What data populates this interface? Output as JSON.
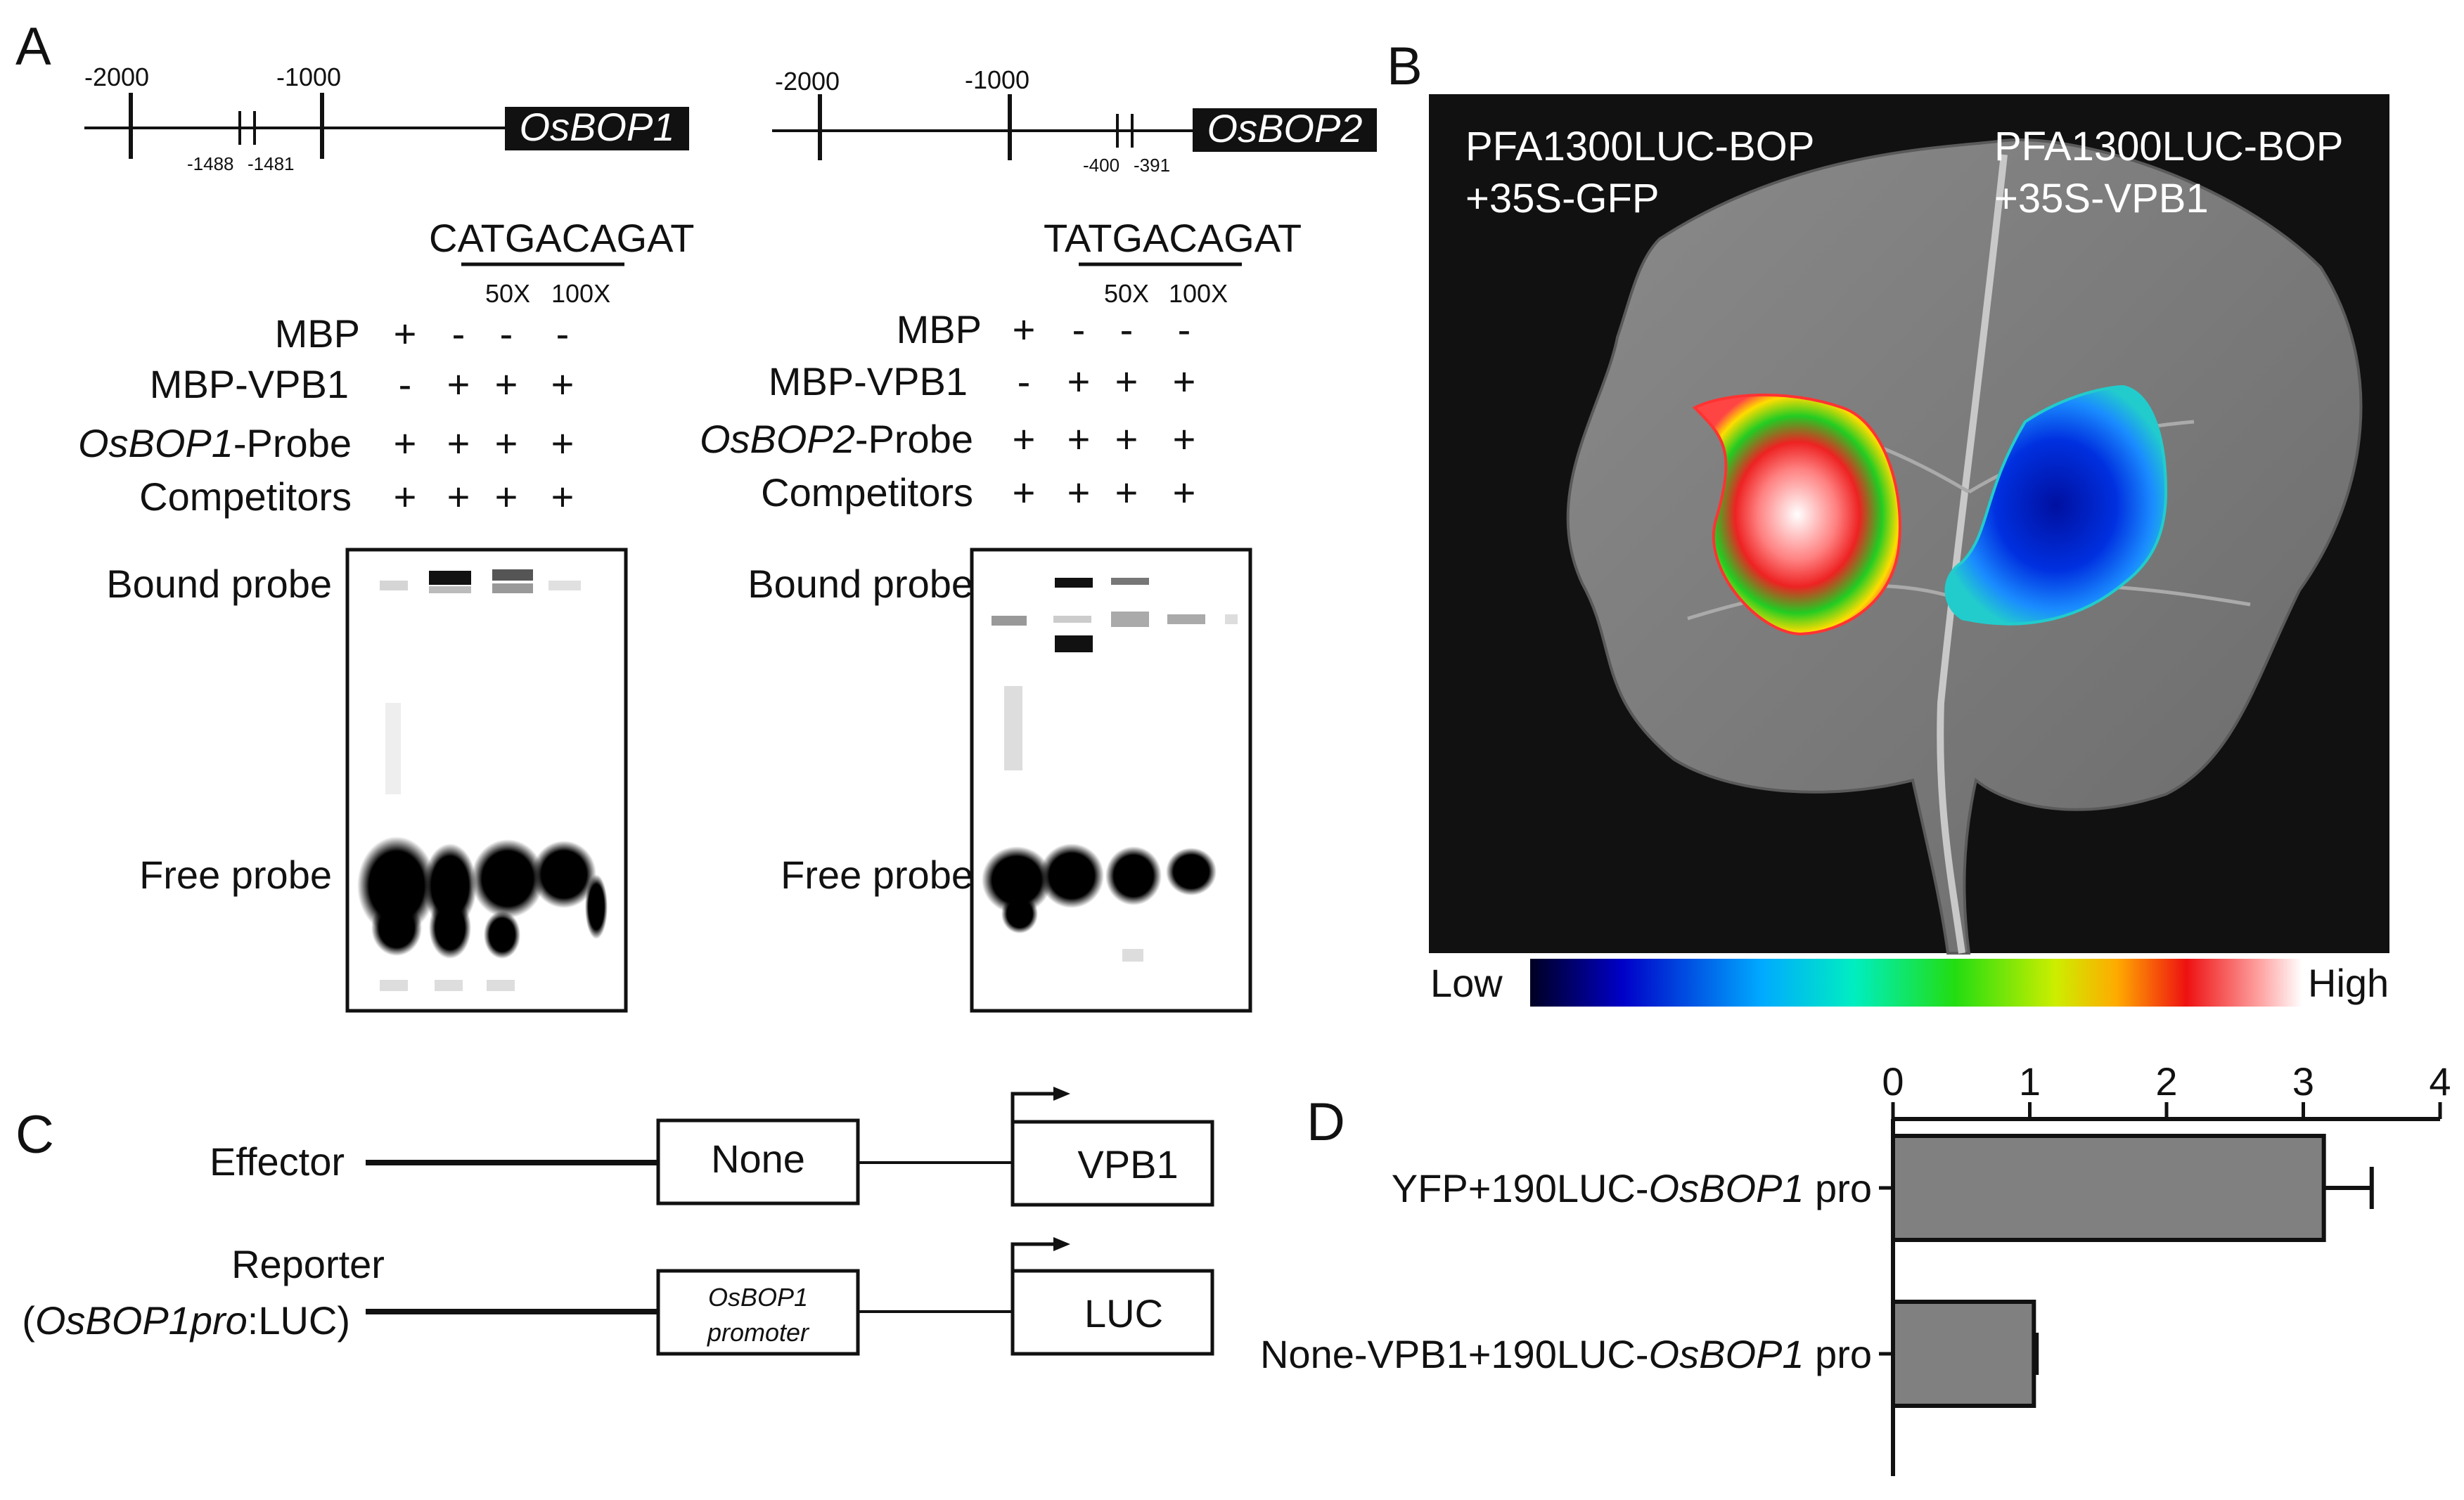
{
  "panels": {
    "a": "A",
    "b": "B",
    "c": "C",
    "d": "D"
  },
  "promoter1": {
    "ticks": [
      "-2000",
      "-1000"
    ],
    "sites": [
      "-1488",
      "-1481"
    ],
    "gene": "OsBOP1"
  },
  "promoter2": {
    "ticks": [
      "-2000",
      "-1000"
    ],
    "sites": [
      "-400",
      "-391"
    ],
    "gene": "OsBOP2"
  },
  "emsa1": {
    "motif": "CATGACAGAT",
    "competitor_fold": [
      "50X",
      "100X"
    ],
    "rows": [
      {
        "label": "MBP",
        "marks": [
          "+",
          "-",
          "-",
          "-"
        ]
      },
      {
        "label": "MBP-VPB1",
        "marks": [
          "-",
          "+",
          "+",
          "+"
        ]
      },
      {
        "label_italic": "OsBOP1",
        "label_rest": "-Probe",
        "marks": [
          "+",
          "+",
          "+",
          "+"
        ]
      },
      {
        "label": "Competitors",
        "marks": [
          "+",
          "+",
          "+",
          "+"
        ]
      }
    ],
    "bound_label": "Bound probe",
    "free_label": "Free probe"
  },
  "emsa2": {
    "motif": "TATGACAGAT",
    "competitor_fold": [
      "50X",
      "100X"
    ],
    "rows": [
      {
        "label": "MBP",
        "marks": [
          "+",
          "-",
          "-",
          "-"
        ]
      },
      {
        "label": "MBP-VPB1",
        "marks": [
          "-",
          "+",
          "+",
          "+"
        ]
      },
      {
        "label_italic": "OsBOP2",
        "label_rest": "-Probe",
        "marks": [
          "+",
          "+",
          "+",
          "+"
        ]
      },
      {
        "label": "Competitors",
        "marks": [
          "+",
          "+",
          "+",
          "+"
        ]
      }
    ],
    "bound_label": "Bound probe",
    "free_label": "Free probe"
  },
  "leaf": {
    "left_label": [
      "PFA1300LUC-BOP",
      "+35S-GFP"
    ],
    "right_label": [
      "PFA1300LUC-BOP",
      "+35S-VPB1"
    ],
    "scale_low": "Low",
    "scale_high": "High",
    "colors": {
      "background": "#111111",
      "leaf": "#7d7d7d"
    }
  },
  "constructs": {
    "effector_label": "Effector",
    "reporter_label": "Reporter",
    "reporter_sub_open": "(",
    "reporter_sub_italic": "OsBOP1pro",
    "reporter_sub_rest": ":LUC)",
    "none_box": "None",
    "vpb1_box": "VPB1",
    "promoter_box": [
      "OsBOP1",
      "promoter"
    ],
    "luc_box": "LUC"
  },
  "chart_data": {
    "type": "bar",
    "orientation": "horizontal",
    "categories": [
      {
        "prefix": "YFP+190LUC-",
        "italic": "OsBOP1",
        "suffix": " pro"
      },
      {
        "prefix": "None-VPB1+190LUC-",
        "italic": "OsBOP1",
        "suffix": " pro"
      }
    ],
    "values": [
      3.15,
      1.03
    ],
    "errors": [
      0.35,
      0.02
    ],
    "xlim": [
      0,
      4
    ],
    "xticks": [
      "0",
      "1",
      "2",
      "3",
      "4"
    ],
    "axis_position": "top",
    "bar_color": "#808080",
    "edge_color": "#111111"
  }
}
